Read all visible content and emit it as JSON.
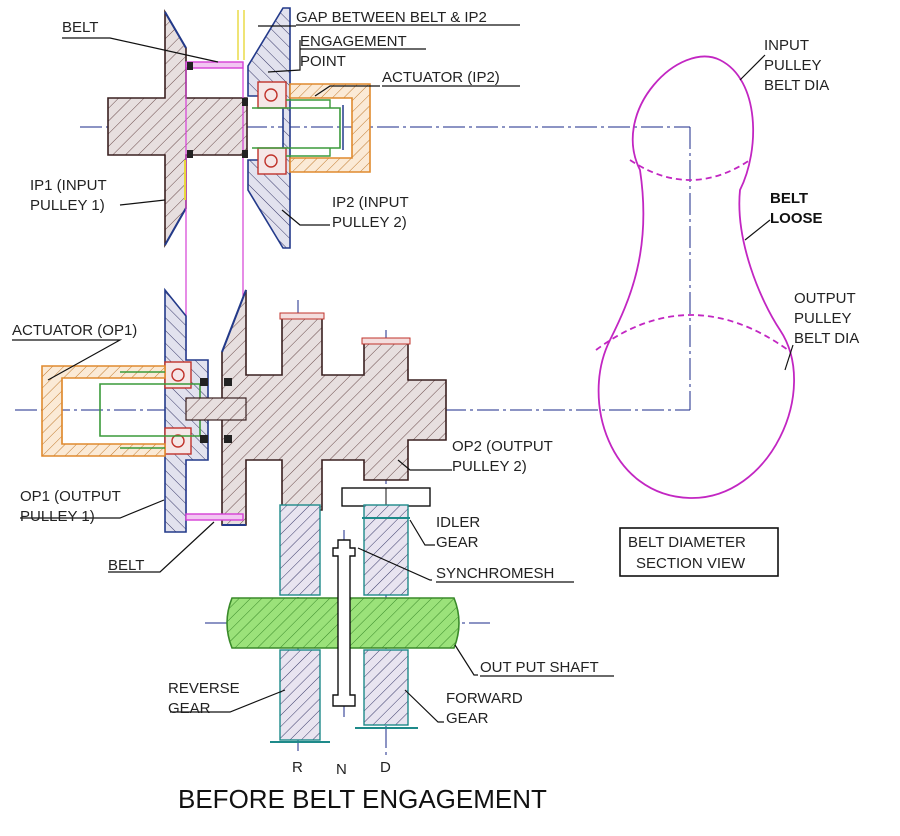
{
  "labels": {
    "belt_top": "BELT",
    "gap": "GAP BETWEEN BELT & IP2",
    "engagement_1": "ENGAGEMENT",
    "engagement_2": "POINT",
    "actuator_ip2": "ACTUATOR (IP2)",
    "ip1_1": "IP1 (INPUT",
    "ip1_2": "PULLEY 1)",
    "ip2_1": "IP2 (INPUT",
    "ip2_2": "PULLEY 2)",
    "actuator_op1": "ACTUATOR (OP1)",
    "op2_1": "OP2 (OUTPUT",
    "op2_2": "PULLEY 2)",
    "op1_1": "OP1 (OUTPUT",
    "op1_2": "PULLEY 1)",
    "belt_bottom": "BELT",
    "idler_1": "IDLER",
    "idler_2": "GEAR",
    "synchromesh": "SYNCHROMESH",
    "output_shaft": "OUT PUT SHAFT",
    "reverse_1": "REVERSE",
    "reverse_2": "GEAR",
    "forward_1": "FORWARD",
    "forward_2": "GEAR",
    "input_dia_1": "INPUT",
    "input_dia_2": "PULLEY",
    "input_dia_3": "BELT DIA",
    "belt_loose_1": "BELT",
    "belt_loose_2": "LOOSE",
    "output_dia_1": "OUTPUT",
    "output_dia_2": "PULLEY",
    "output_dia_3": "BELT DIA",
    "section_1": "BELT DIAMETER",
    "section_2": "SECTION VIEW",
    "r": "R",
    "n": "N",
    "d": "D",
    "title": "BEFORE BELT ENGAGEMENT"
  },
  "colors": {
    "pulley_fill": "#e4dcdc",
    "pulley_stroke": "#3a2020",
    "disc_stroke": "#233a8a",
    "belt": "#d63fd6",
    "actuator": "#e08a2e",
    "inner": "#3a9a3a",
    "bearing": "#c0332b",
    "output_shaft": "#7ad35a",
    "gear": "#1e8a8a",
    "centerline": "#1a2a8a"
  }
}
